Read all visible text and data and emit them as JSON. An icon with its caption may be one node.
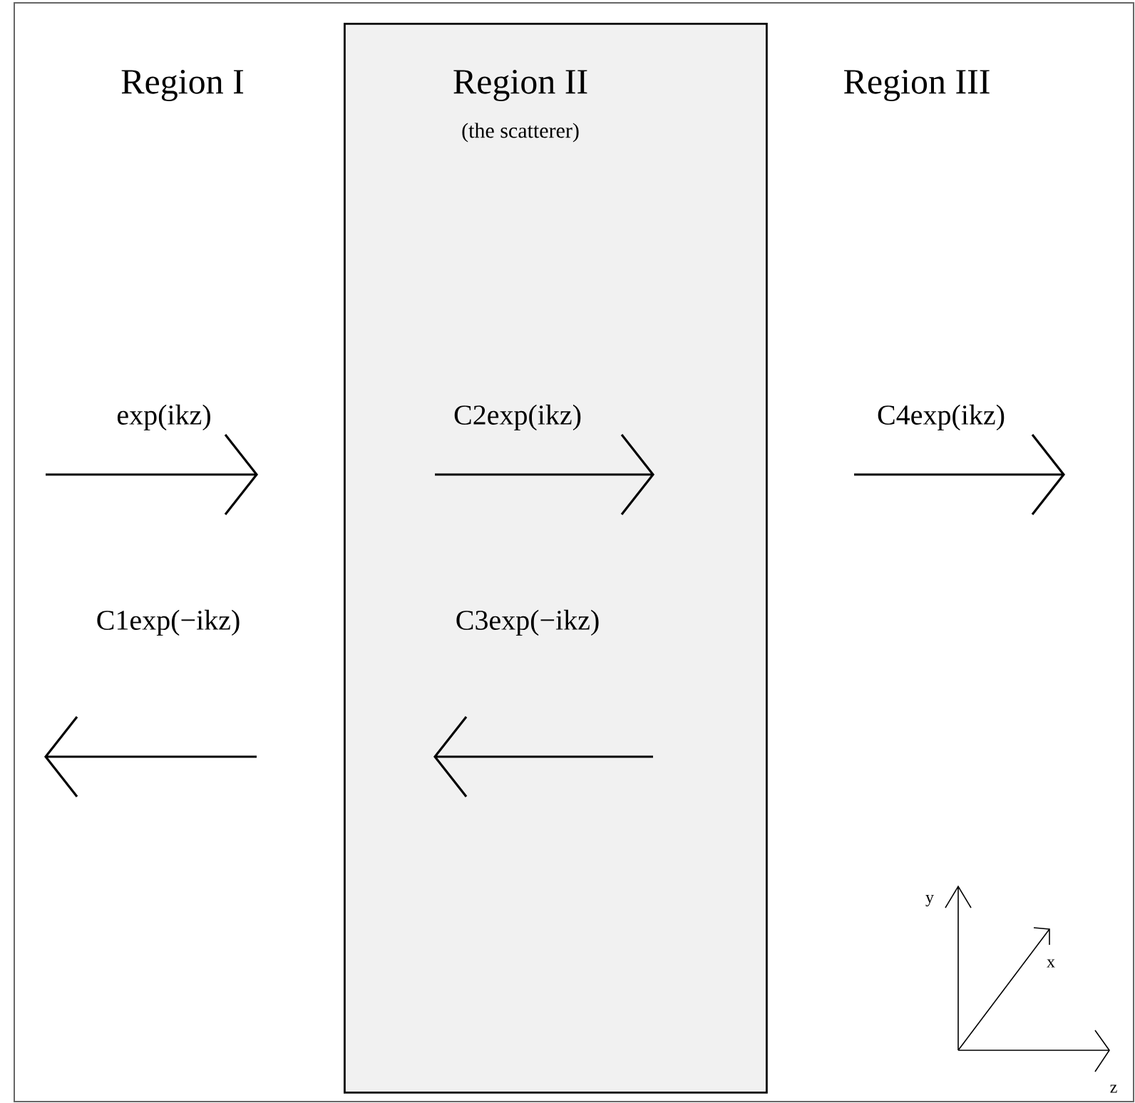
{
  "diagram": {
    "nodes": [
      {
        "text": [
          "Region II",
          "(the scatterer)"
        ]
      }
    ],
    "labels": [
      "Region I",
      "Region III",
      "exp(ikz)",
      "C2exp(ikz)",
      "C4exp(ikz)",
      "C1exp(−ikz)",
      "C3exp(−ikz)",
      "y",
      "x",
      "z"
    ]
  }
}
